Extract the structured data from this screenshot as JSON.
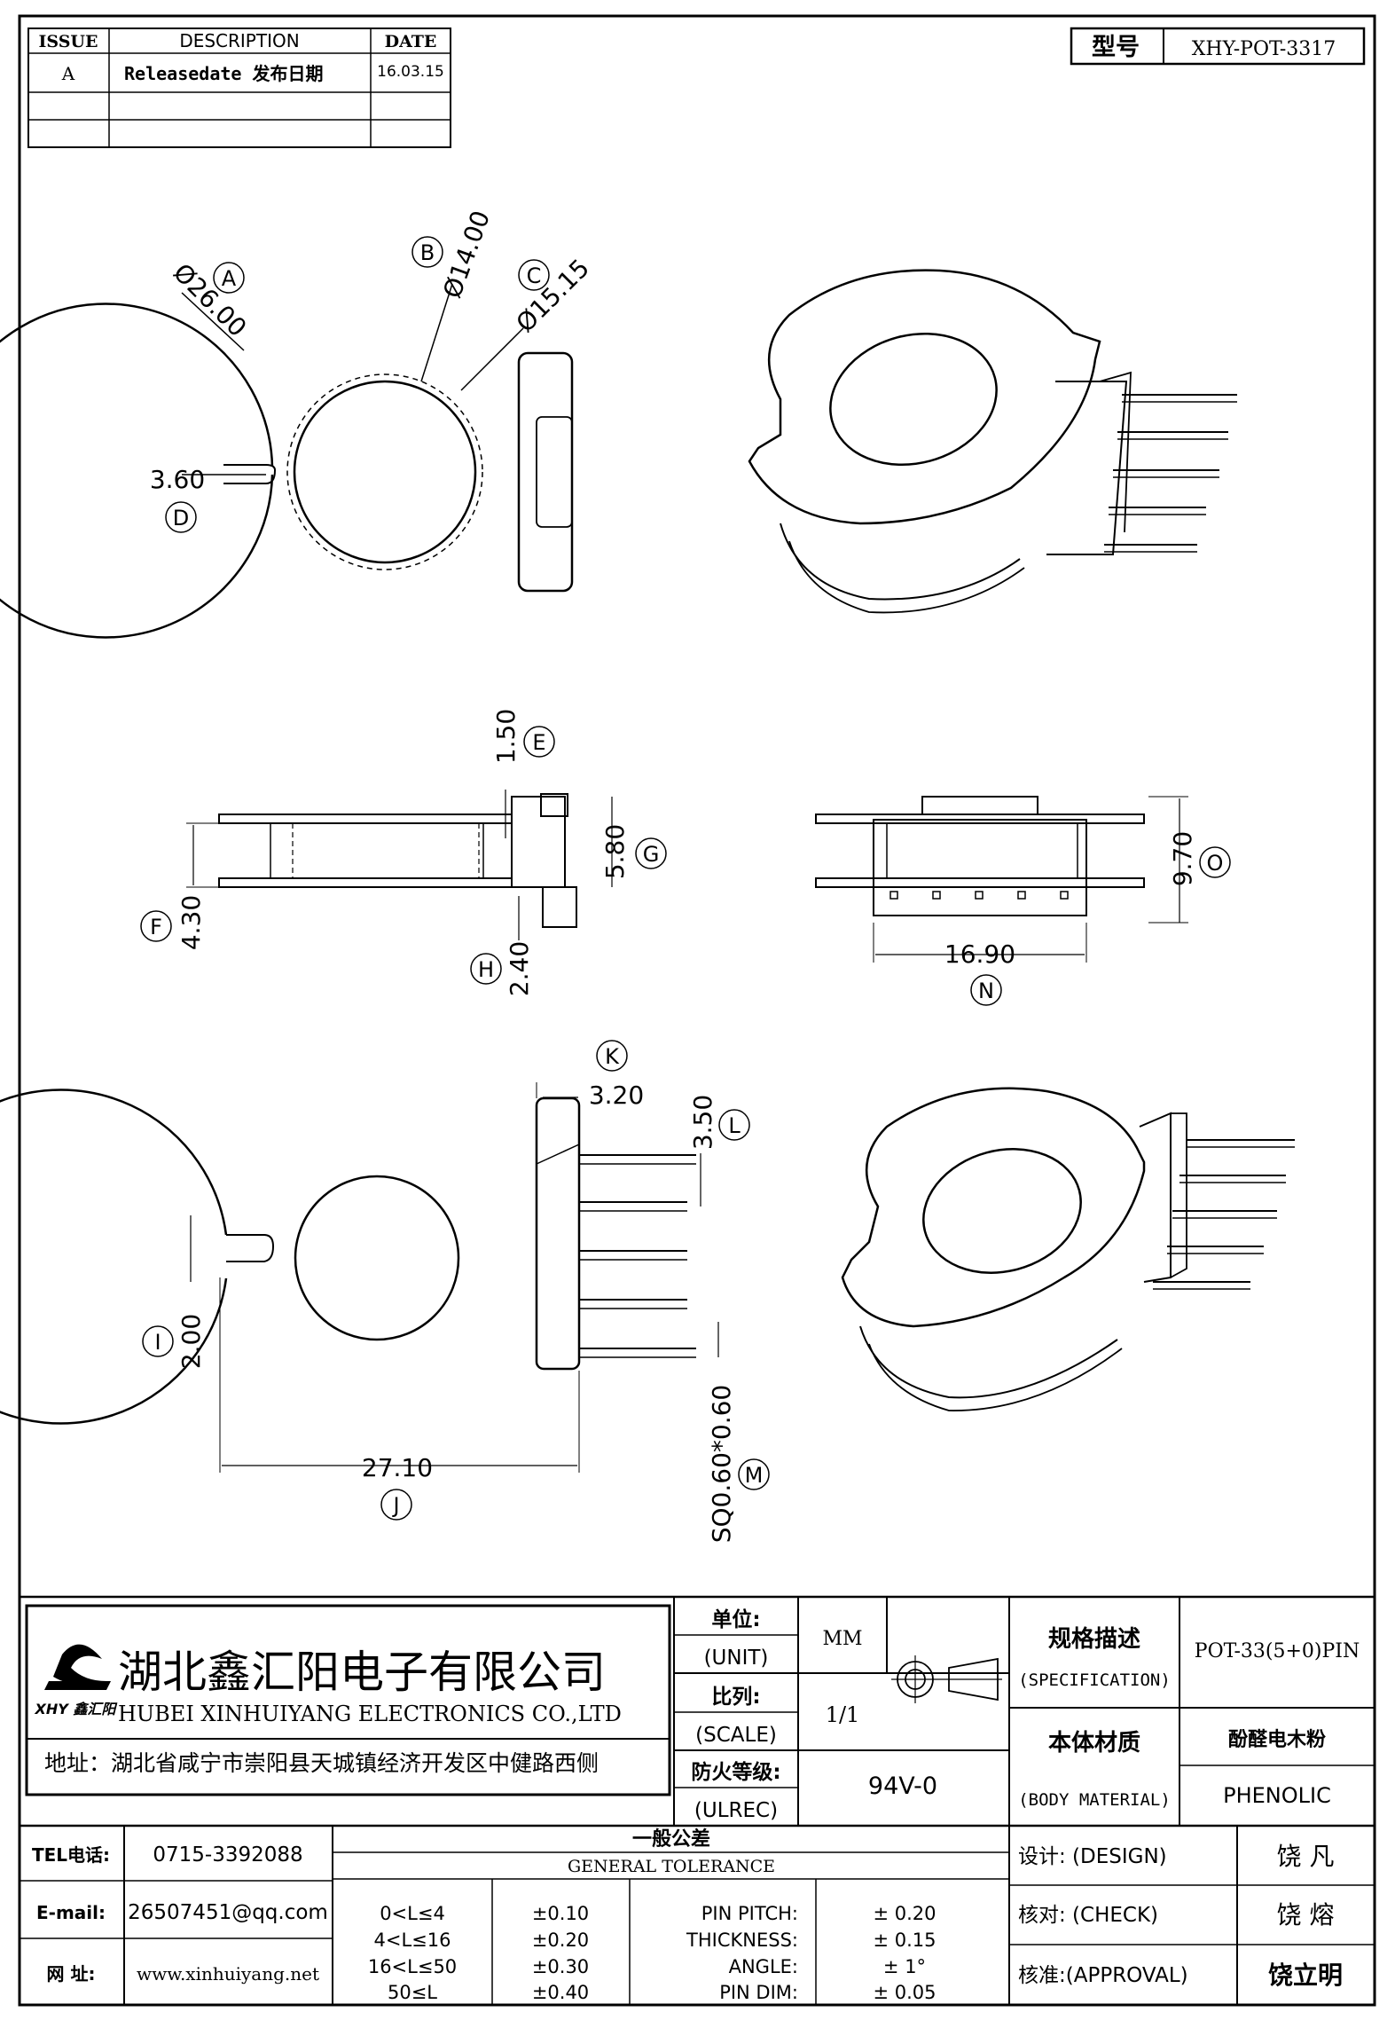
{
  "revision_table": {
    "headers": [
      "ISSUE",
      "DESCRIPTION",
      "DATE"
    ],
    "rows": [
      {
        "issue": "A",
        "description": "Releasedate 发布日期",
        "date": "16.03.15"
      },
      {
        "issue": "",
        "description": "",
        "date": ""
      },
      {
        "issue": "",
        "description": "",
        "date": ""
      }
    ]
  },
  "model_box": {
    "label": "型号",
    "value": "XHY-POT-3317"
  },
  "dimensions": {
    "A_label": "A",
    "A_value": "Ø26.00",
    "B_label": "B",
    "B_value": "Ø14.00",
    "C_label": "C",
    "C_value": "Ø15.15",
    "D_label": "D",
    "D_value": "3.60",
    "E_label": "E",
    "E_value": "1.50",
    "F_label": "F",
    "F_value": "4.30",
    "G_label": "G",
    "G_value": "5.80",
    "H_label": "H",
    "H_value": "2.40",
    "O_label": "O",
    "O_value": "9.70",
    "N_label": "N",
    "N_value": "16.90",
    "K_label": "K",
    "K_value": "3.20",
    "L_label": "L",
    "L_value": "3.50",
    "I_label": "I",
    "I_value": "2.00",
    "J_label": "J",
    "J_value": "27.10",
    "M_label": "M",
    "M_value": "SQ0.60*0.60"
  },
  "company": {
    "name_cn": "湖北鑫汇阳电子有限公司",
    "name_en": "HUBEI XINHUIYANG ELECTRONICS CO.,LTD",
    "address": "地址：湖北省咸宁市崇阳县天城镇经济开发区中健路西侧",
    "logo_text": "XHY 鑫汇阳"
  },
  "specs": {
    "unit_label_cn": "单位:",
    "unit_label_en": "(UNIT)",
    "unit_value": "MM",
    "scale_label_cn": "比列:",
    "scale_label_en": "(SCALE)",
    "scale_value": "1/1",
    "fire_label_cn": "防火等级:",
    "fire_label_en": "(ULREC)",
    "fire_value": "94V-0",
    "spec_label_cn": "规格描述",
    "spec_label_en": "(SPECIFICATION)",
    "spec_value": "POT-33(5+0)PIN",
    "material_label_cn": "本体材质",
    "material_label_en": "(BODY MATERIAL)",
    "material_value_cn": "酚醛电木粉",
    "material_value_en": "PHENOLIC"
  },
  "contact": {
    "tel_label": "TEL电话:",
    "tel_value": "0715-3392088",
    "email_label": "E-mail:",
    "email_value": "26507451@qq.com",
    "web_label": "网   址:",
    "web_value": "www.xinhuiyang.net"
  },
  "tolerance": {
    "title_cn": "一般公差",
    "title_en": "GENERAL TOLERANCE",
    "ranges": [
      {
        "range": "0<L≤4",
        "tol": "±0.10"
      },
      {
        "range": "4<L≤16",
        "tol": "±0.20"
      },
      {
        "range": "16<L≤50",
        "tol": "±0.30"
      },
      {
        "range": "50≤L",
        "tol": "±0.40"
      }
    ],
    "pin": [
      {
        "label": "PIN PITCH:",
        "value": "±  0.20"
      },
      {
        "label": "THICKNESS:",
        "value": "±  0.15"
      },
      {
        "label": "ANGLE:",
        "value": "±  1°"
      },
      {
        "label": "PIN DIM:",
        "value": "±  0.05"
      }
    ]
  },
  "signoff": {
    "design_label": "设计: (DESIGN)",
    "design_name": "饶   凡",
    "check_label": "核对: (CHECK)",
    "check_name": "饶   熔",
    "approval_label": "核准:(APPROVAL)",
    "approval_name": "饶立明"
  }
}
